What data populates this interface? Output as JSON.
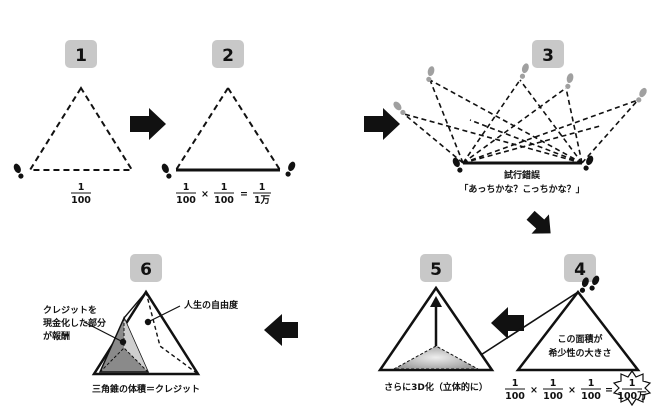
{
  "steps": [
    {
      "id": "step1",
      "number": "1",
      "fraction": {
        "num": "1",
        "den": "100"
      }
    },
    {
      "id": "step2",
      "number": "2",
      "equation": {
        "a_num": "1",
        "a_den": "100",
        "times": "×",
        "b_num": "1",
        "b_den": "100",
        "equals": "=",
        "r_num": "1",
        "r_den": "1万"
      }
    },
    {
      "id": "step3",
      "number": "3",
      "caption_line1": "試行錯誤",
      "caption_line2": "「あっちかな？こっちかな？」"
    },
    {
      "id": "step4",
      "number": "4",
      "inside_line1": "この面積が",
      "inside_line2": "希少性の大きさ",
      "equation": {
        "a_num": "1",
        "a_den": "100",
        "times1": "×",
        "b_num": "1",
        "b_den": "100",
        "times2": "×",
        "c_num": "1",
        "c_den": "100",
        "equals": "=",
        "r_num": "1",
        "r_den": "100万"
      }
    },
    {
      "id": "step5",
      "number": "5",
      "caption": "さらに3D化（立体的に）"
    },
    {
      "id": "step6",
      "number": "6",
      "label_credit_line1": "クレジットを",
      "label_credit_line2": "現金化した部分",
      "label_credit_line3": "が報酬",
      "label_freedom": "人生の自由度",
      "caption": "三角錐の体積＝クレジット"
    }
  ],
  "colors": {
    "badge": "#c8c8c8",
    "ink": "#111111",
    "shade_dark": "#8a8a8a",
    "shade_light": "#cfcfcf",
    "foot_gray": "#a0a0a0"
  }
}
